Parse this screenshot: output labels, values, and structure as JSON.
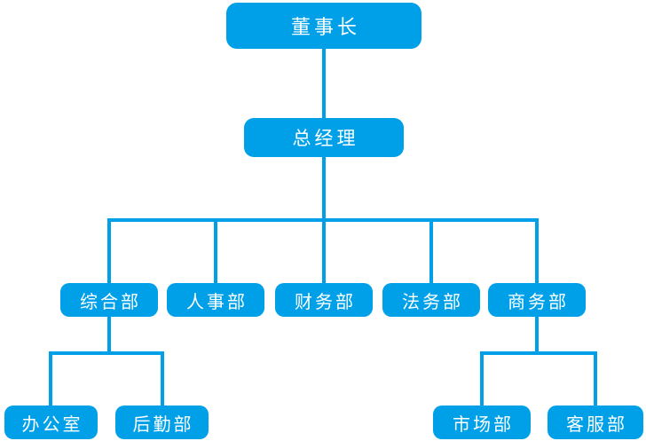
{
  "diagram": {
    "type": "org-chart",
    "colors": {
      "accent": "#00a0e9",
      "node_text": "#ffffff",
      "background": "#ffffff"
    },
    "nodes": [
      {
        "id": "chairman",
        "label": "董事长",
        "level": 1,
        "parent": null
      },
      {
        "id": "general-manager",
        "label": "总经理",
        "level": 2,
        "parent": "董事长"
      },
      {
        "id": "general-affairs-dept",
        "label": "综合部",
        "level": 3,
        "parent": "总经理"
      },
      {
        "id": "hr-dept",
        "label": "人事部",
        "level": 3,
        "parent": "总经理"
      },
      {
        "id": "finance-dept",
        "label": "财务部",
        "level": 3,
        "parent": "总经理"
      },
      {
        "id": "legal-dept",
        "label": "法务部",
        "level": 3,
        "parent": "总经理"
      },
      {
        "id": "business-dept",
        "label": "商务部",
        "level": 3,
        "parent": "总经理"
      },
      {
        "id": "office",
        "label": "办公室",
        "level": 4,
        "parent": "综合部"
      },
      {
        "id": "logistics-dept",
        "label": "后勤部",
        "level": 4,
        "parent": "综合部"
      },
      {
        "id": "marketing-dept",
        "label": "市场部",
        "level": 4,
        "parent": "商务部"
      },
      {
        "id": "customer-service-dept",
        "label": "客服部",
        "level": 4,
        "parent": "商务部"
      }
    ]
  }
}
